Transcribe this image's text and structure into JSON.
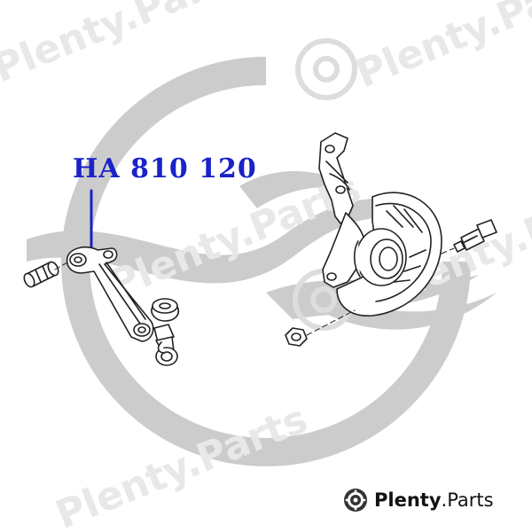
{
  "part_number": "HA 810 120",
  "brand": {
    "name": "Plenty",
    "separator": ".",
    "suffix": "Parts"
  },
  "watermark": {
    "text": "Plenty.Parts",
    "logo_color": "#cccccc",
    "text_color": "#e6e6e6"
  },
  "colors": {
    "label": "#1a22c8",
    "line_art": "#222222",
    "background": "#ffffff"
  },
  "icons": [
    "disc-brake-logo-icon",
    "bushing-icon",
    "control-arm-icon",
    "ball-joint-icon",
    "steering-knuckle-icon",
    "brake-dust-shield-icon",
    "bolt-icon",
    "nut-icon"
  ]
}
